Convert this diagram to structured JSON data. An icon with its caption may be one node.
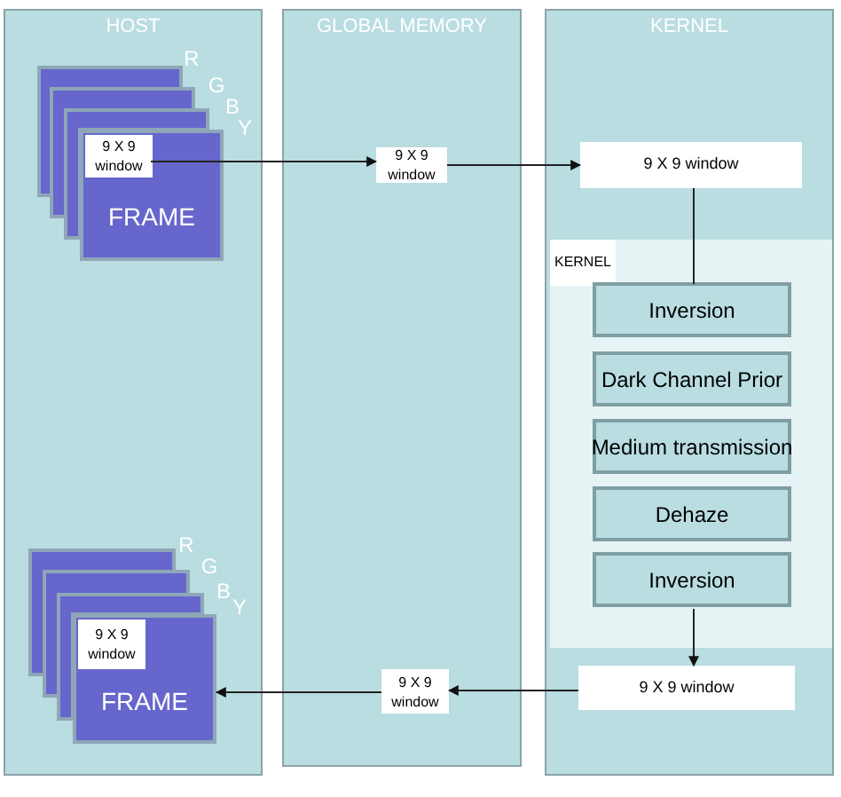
{
  "diagram": {
    "nodes": [
      {
        "text": [
          "HOST"
        ]
      },
      {
        "text": [
          "FRAME"
        ],
        "in": 0
      },
      {
        "text": [
          "9 X 9 window"
        ],
        "in": 1
      },
      {
        "text": [
          "FRAME"
        ],
        "in": 0
      },
      {
        "text": [
          "9 X 9 window"
        ],
        "in": 3
      },
      {
        "text": [
          "GLOBAL MEMORY"
        ]
      },
      {
        "text": [
          "9 X 9 window"
        ],
        "in": 5
      },
      {
        "text": [
          "9 X 9 window"
        ],
        "in": 5
      },
      {
        "text": [
          "KERNEL"
        ]
      },
      {
        "text": [
          "9 X 9 window"
        ],
        "in": 8
      },
      {
        "text": [],
        "shape": "box",
        "in": 8
      },
      {
        "text": [
          "KERNEL"
        ],
        "in": 10
      },
      {
        "text": [
          "Inversion"
        ],
        "in": 10
      },
      {
        "text": [
          "Dark Channel Prior"
        ],
        "in": 10
      },
      {
        "text": [
          "Medium transmission"
        ],
        "in": 10
      },
      {
        "text": [
          "Dehaze"
        ],
        "in": 10
      },
      {
        "text": [
          "Inversion"
        ],
        "in": 10
      },
      {
        "text": [
          "9 X 9 window"
        ],
        "in": 8
      }
    ],
    "edges": [
      {
        "from": 2,
        "to": 6,
        "arrow": "to"
      },
      {
        "from": 6,
        "to": 9,
        "arrow": "to"
      },
      {
        "from": 9,
        "to": 12,
        "arrow": "none"
      },
      {
        "from": 16,
        "to": 17,
        "arrow": "to"
      },
      {
        "from": 17,
        "to": 7,
        "arrow": "to"
      },
      {
        "from": 7,
        "to": 3,
        "arrow": "to"
      }
    ],
    "labels": [
      "R",
      "G",
      "B",
      "Y",
      "R",
      "G",
      "B",
      "Y"
    ]
  }
}
